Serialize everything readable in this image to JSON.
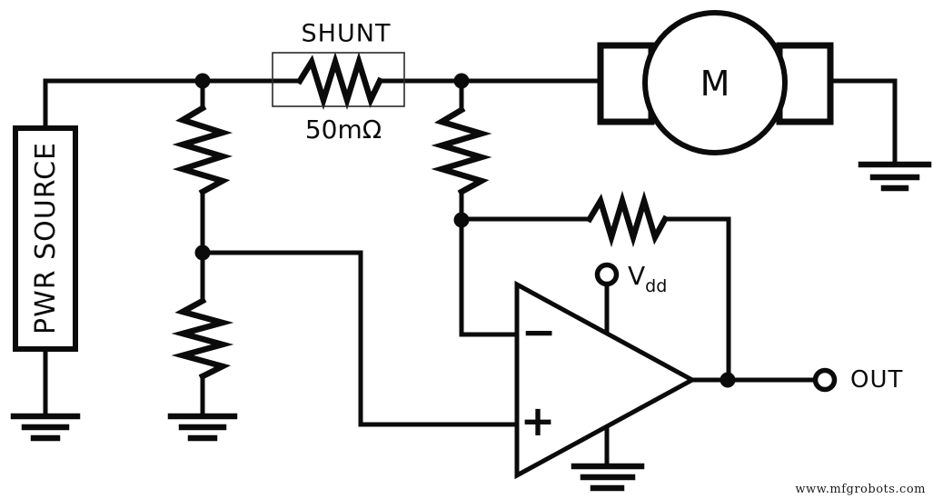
{
  "diagram": {
    "type": "circuit-schematic",
    "labels": {
      "shunt_title": "SHUNT",
      "shunt_value": "50mΩ",
      "motor": "M",
      "vdd_base": "V",
      "vdd_subscript": "dd",
      "out_terminal": "OUT",
      "power_source": "PWR SOURCE",
      "opamp_inverting": "−",
      "opamp_noninverting": "+",
      "watermark": "www.mfgrobots.com"
    },
    "components": [
      {
        "name": "power-source",
        "label": "PWR SOURCE"
      },
      {
        "name": "shunt-resistor",
        "value": "50mΩ",
        "label": "SHUNT"
      },
      {
        "name": "dc-motor",
        "label": "M"
      },
      {
        "name": "divider-resistor-top"
      },
      {
        "name": "divider-resistor-bottom"
      },
      {
        "name": "sense-resistor"
      },
      {
        "name": "feedback-resistor"
      },
      {
        "name": "op-amp",
        "inputs": [
          "−",
          "+"
        ],
        "supply": "Vdd",
        "output": "OUT"
      },
      {
        "name": "ground",
        "count": 4
      }
    ],
    "colors": {
      "ink": "#0b0b0b",
      "background": "#ffffff"
    }
  }
}
